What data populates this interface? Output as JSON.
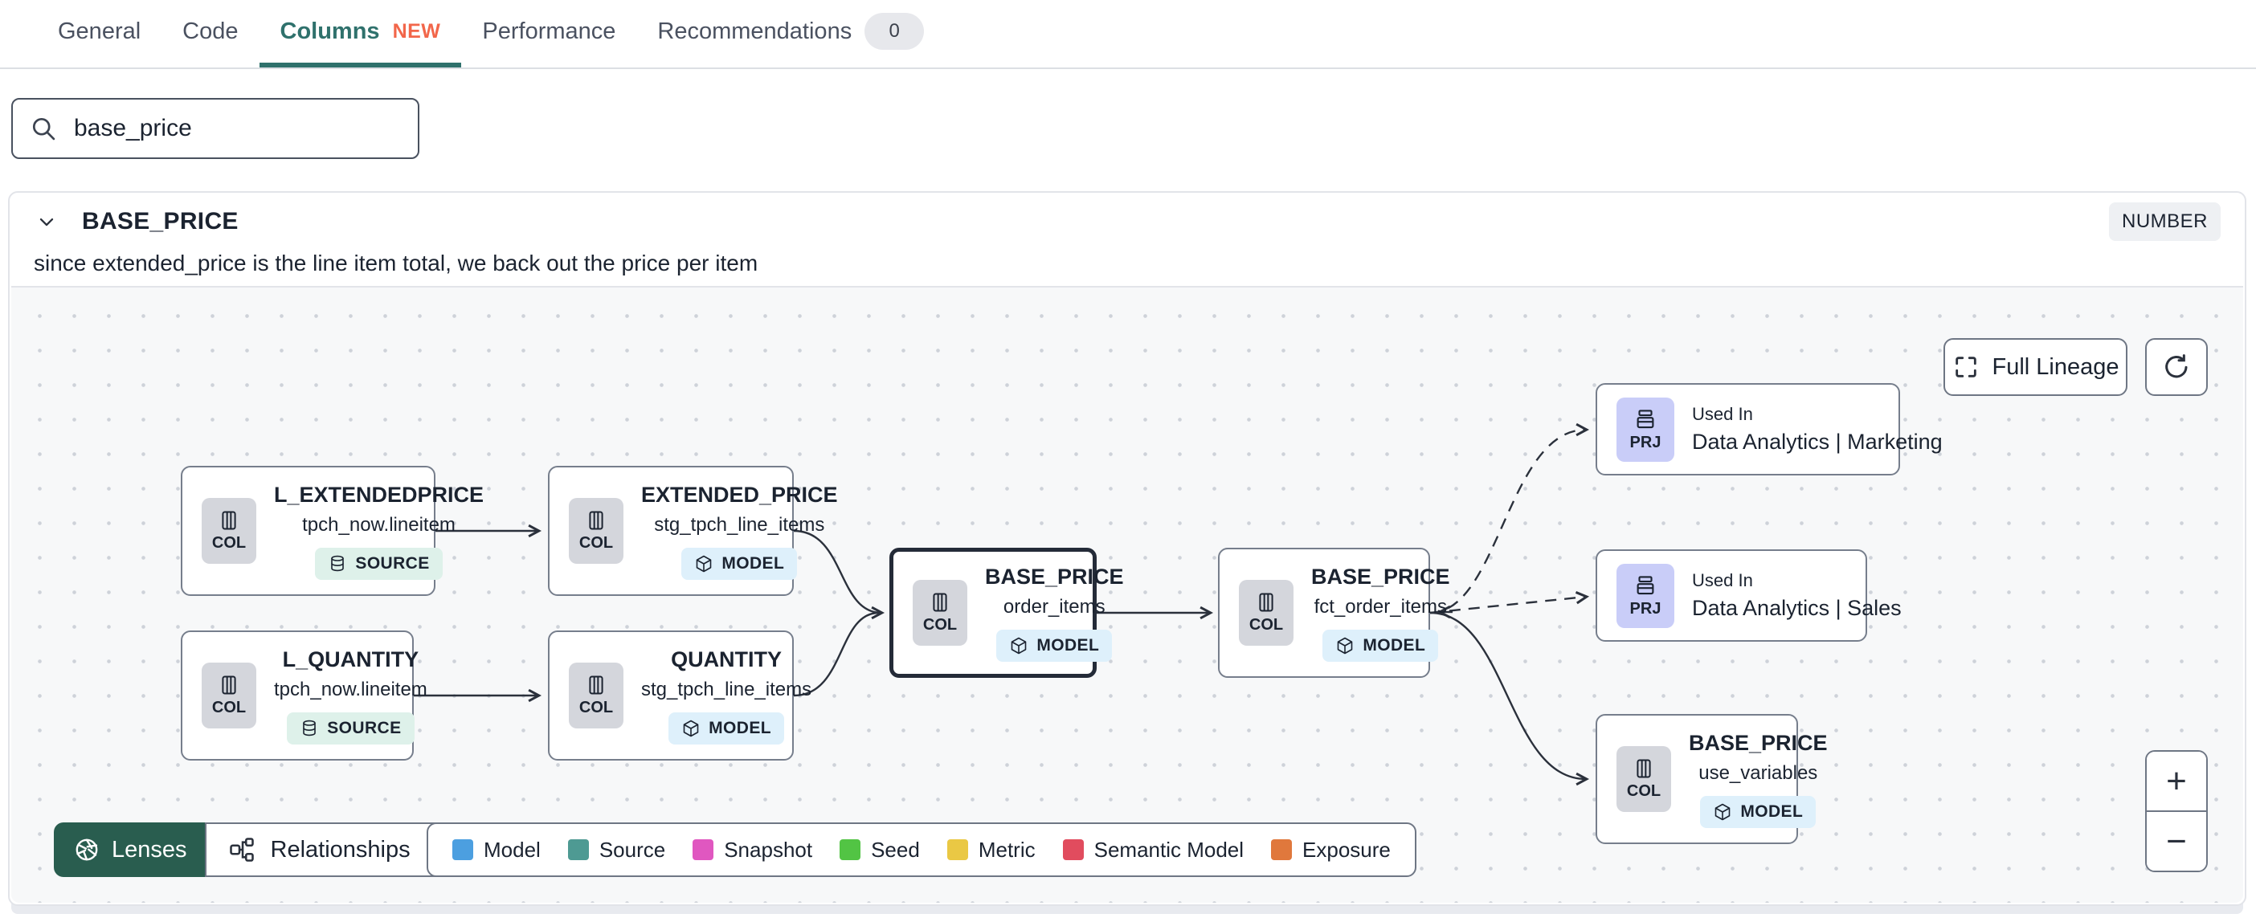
{
  "header": {
    "tabs": [
      {
        "label": "General"
      },
      {
        "label": "Code"
      },
      {
        "label": "Columns",
        "badge": "NEW"
      },
      {
        "label": "Performance"
      },
      {
        "label": "Recommendations",
        "count": "0"
      }
    ]
  },
  "search": {
    "value": "base_price"
  },
  "column_panel": {
    "name": "BASE_PRICE",
    "type": "NUMBER",
    "description": "since extended_price is the line item total, we back out the price per item"
  },
  "lineage": {
    "buttons": {
      "full_lineage": "Full Lineage",
      "zoom_in": "+",
      "zoom_out": "−"
    },
    "toolbar": {
      "lenses": "Lenses",
      "relationships": "Relationships"
    },
    "nodes": [
      {
        "kind": "COL",
        "title": "L_EXTENDEDPRICE",
        "subtitle": "tpch_now.lineitem",
        "resource": "SOURCE"
      },
      {
        "kind": "COL",
        "title": "EXTENDED_PRICE",
        "subtitle": "stg_tpch_line_items",
        "resource": "MODEL"
      },
      {
        "kind": "COL",
        "title": "L_QUANTITY",
        "subtitle": "tpch_now.lineitem",
        "resource": "SOURCE"
      },
      {
        "kind": "COL",
        "title": "QUANTITY",
        "subtitle": "stg_tpch_line_items",
        "resource": "MODEL"
      },
      {
        "kind": "COL",
        "title": "BASE_PRICE",
        "subtitle": "order_items",
        "resource": "MODEL"
      },
      {
        "kind": "COL",
        "title": "BASE_PRICE",
        "subtitle": "fct_order_items",
        "resource": "MODEL"
      },
      {
        "kind": "PRJ",
        "title": "Used In",
        "subtitle": "Data Analytics | Marketing"
      },
      {
        "kind": "PRJ",
        "title": "Used In",
        "subtitle": "Data Analytics | Sales"
      },
      {
        "kind": "COL",
        "title": "BASE_PRICE",
        "subtitle": "use_variables",
        "resource": "MODEL"
      }
    ],
    "legend": [
      {
        "label": "Model",
        "color": "#4c9fe0"
      },
      {
        "label": "Source",
        "color": "#4e9a93"
      },
      {
        "label": "Snapshot",
        "color": "#e057c0"
      },
      {
        "label": "Seed",
        "color": "#52c444"
      },
      {
        "label": "Metric",
        "color": "#eac844"
      },
      {
        "label": "Semantic Model",
        "color": "#e14c5e"
      },
      {
        "label": "Exposure",
        "color": "#e0783c"
      }
    ]
  },
  "colors": {
    "accent_teal": "#2f716c",
    "new_badge_orange": "#f2664a",
    "lenses_green": "#295d4f",
    "model_badge_bg": "#def0fb",
    "source_badge_bg": "#def1ea",
    "project_badge_bg": "#c9cdf8",
    "selected_border": "#242b38"
  }
}
